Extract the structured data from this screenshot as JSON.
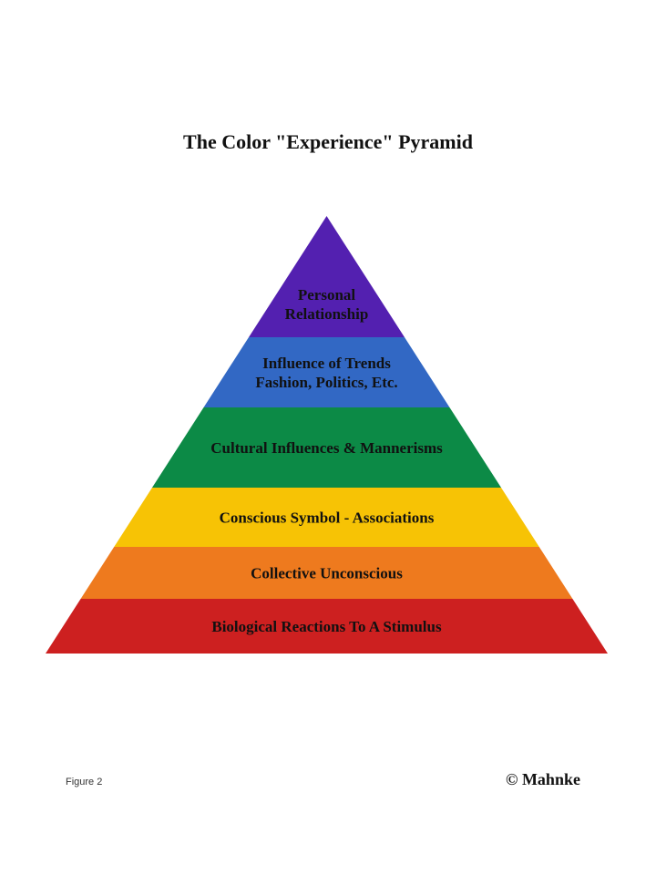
{
  "title": "The Color \"Experience\" Pyramid",
  "layers": [
    {
      "lines": [
        "Personal",
        "Relationship"
      ],
      "color": "#5320b0"
    },
    {
      "lines": [
        "Influence of Trends",
        "Fashion, Politics, Etc."
      ],
      "color": "#3268c4"
    },
    {
      "lines": [
        "Cultural Influences & Mannerisms"
      ],
      "color": "#0c8a46"
    },
    {
      "lines": [
        "Conscious Symbol -  Associations"
      ],
      "color": "#f7c305"
    },
    {
      "lines": [
        "Collective  Unconscious"
      ],
      "color": "#ee7a1e"
    },
    {
      "lines": [
        "Biological  Reactions  To  A  Stimulus"
      ],
      "color": "#cd2020"
    }
  ],
  "figure_label": "Figure 2",
  "copyright": "© Mahnke"
}
